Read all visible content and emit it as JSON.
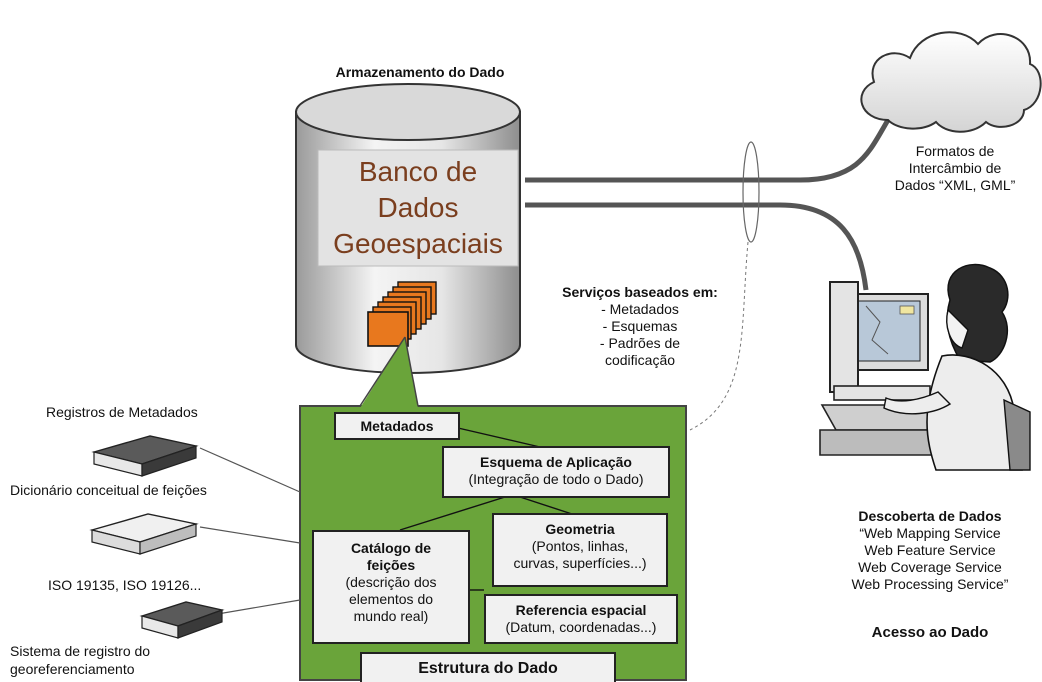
{
  "title_storage": "Armazenamento do Dado",
  "db_label": [
    "Banco de",
    "Dados",
    "Geoespaciais"
  ],
  "cloud_label": [
    "Formatos de",
    "Intercâmbio de",
    "Dados “XML, GML”"
  ],
  "services": {
    "title": "Serviços baseados em:",
    "items": [
      "- Metadados",
      "- Esquemas",
      "- Padrões de",
      "codificação"
    ]
  },
  "registries": [
    "Registros de Metadados",
    "Dicionário conceitual de feições",
    "ISO 19135, ISO 19126...",
    "Sistema de registro do",
    "georeferenciamento"
  ],
  "structure": {
    "metadados": "Metadados",
    "esquema_title": "Esquema de Aplicação",
    "esquema_sub": "(Integração de todo o Dado)",
    "catalogo_title": [
      "Catálogo de",
      "feições"
    ],
    "catalogo_sub": [
      "(descrição dos",
      "elementos do",
      "mundo real)"
    ],
    "geometria_title": "Geometria",
    "geometria_sub": [
      "(Pontos, linhas,",
      "curvas, superfícies...)"
    ],
    "referencia_title": "Referencia espacial",
    "referencia_sub": "(Datum, coordenadas...)",
    "footer": "Estrutura do Dado"
  },
  "discovery": {
    "title": "Descoberta de Dados",
    "items": [
      "“Web Mapping Service",
      "Web Feature Service",
      "Web Coverage Service",
      "Web Processing Service”"
    ]
  },
  "access": "Acesso ao Dado",
  "colors": {
    "green_panel": "#6aa43a",
    "db_text": "#7a3e1e",
    "doc_orange": "#e8781e",
    "box_fill": "#f1f1f1"
  }
}
